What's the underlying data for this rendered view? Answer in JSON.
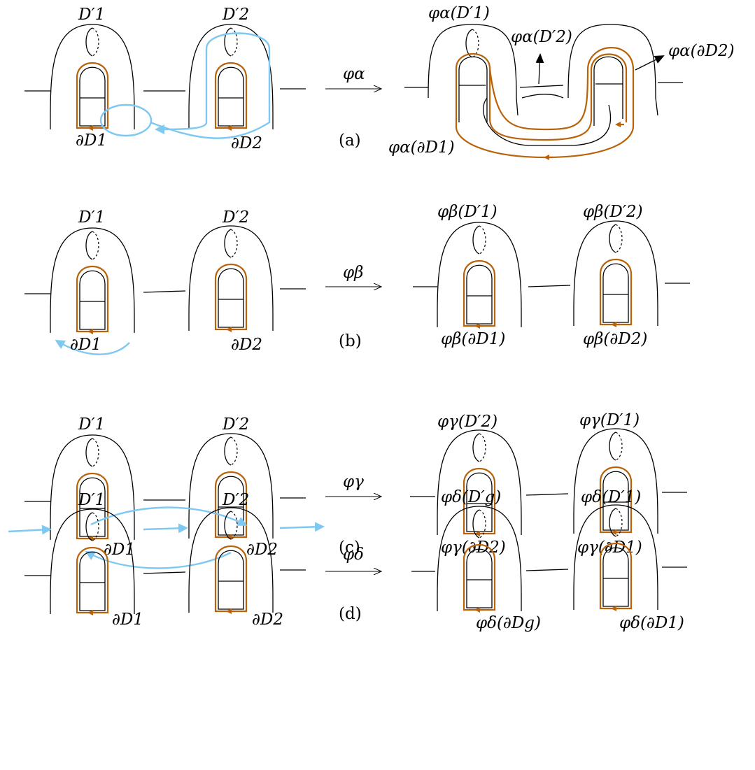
{
  "rows": [
    {
      "id": "a",
      "panel_label": "(a)",
      "map_label": "φα",
      "left_labels": {
        "top1": "D′1",
        "top2": "D′2",
        "bot1": "∂D1",
        "bot2": "∂D2"
      },
      "right_labels": {
        "top1": "φα(D′1)",
        "mid": "φα(D′2)",
        "right": "φα(∂D2)",
        "bot": "φα(∂D1)"
      }
    },
    {
      "id": "b",
      "panel_label": "(b)",
      "map_label": "φβ",
      "left_labels": {
        "top1": "D′1",
        "top2": "D′2",
        "bot1": "∂D1",
        "bot2": "∂D2"
      },
      "right_labels": {
        "top1": "φβ(D′1)",
        "top2": "φβ(D′2)",
        "bot1": "φβ(∂D1)",
        "bot2": "φβ(∂D2)"
      }
    },
    {
      "id": "c",
      "panel_label": "(c)",
      "map_label": "φγ",
      "left_labels": {
        "top1": "D′1",
        "top2": "D′2",
        "bot1": "∂D1",
        "bot2": "∂D2"
      },
      "right_labels": {
        "top1": "φγ(D′2)",
        "top2": "φγ(D′1)",
        "bot1": "φγ(∂D2)",
        "bot2": "φγ(∂D1)"
      }
    },
    {
      "id": "d",
      "panel_label": "(d)",
      "map_label": "φδ",
      "left_labels": {
        "top1": "D′1",
        "top2": "D′2",
        "bot1": "∂D1",
        "bot2": "∂D2"
      },
      "right_labels": {
        "top1": "φδ(D′g)",
        "top2": "φδ(D′1)",
        "bot1": "φδ(∂Dg)",
        "bot2": "φδ(∂D1)"
      }
    }
  ],
  "colors": {
    "curve": "#b8620a",
    "move_arrow": "#7ec8f2",
    "surface": "#000000"
  }
}
